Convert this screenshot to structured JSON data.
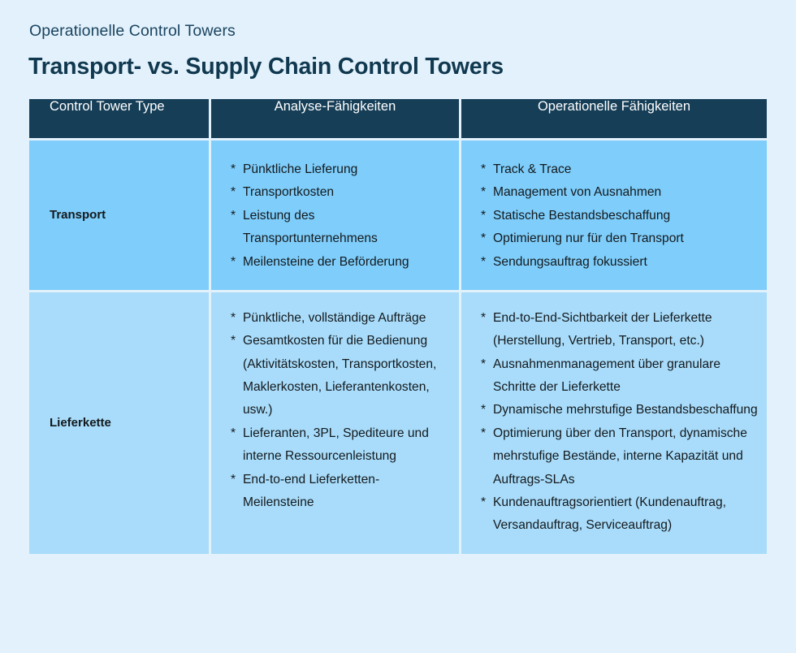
{
  "theme": {
    "background": "#e2f1fb",
    "header_bg": "#163e57",
    "header_text": "#ffffff",
    "row1_bg": "#7ecdfa",
    "row2_bg": "#a8dcfa",
    "title_color": "#10384f",
    "eyebrow_color": "#1b4460",
    "body_text": "#14191d"
  },
  "header": {
    "eyebrow": "Operationelle Control Towers",
    "title": "Transport- vs. Supply Chain Control Towers"
  },
  "table": {
    "columns": [
      "Control Tower Type",
      "Analyse-Fähigkeiten",
      "Operationelle Fähigkeiten"
    ],
    "rows": [
      {
        "label": "Transport",
        "analytics": [
          "Pünktliche Lieferung",
          "Transportkosten",
          "Leistung des Transportunternehmens",
          "Meilensteine der Beförderung"
        ],
        "operational": [
          "Track & Trace",
          "Management von Ausnahmen",
          "Statische Bestandsbeschaffung",
          "Optimierung nur für den Transport",
          "Sendungsauftrag fokussiert"
        ]
      },
      {
        "label": "Lieferkette",
        "analytics": [
          "Pünktliche, vollständige Aufträge",
          "Gesamtkosten für die Bedienung (Aktivitätskosten, Transportkosten, Maklerkosten, Lieferantenkosten, usw.)",
          "Lieferanten, 3PL, Spediteure und interne Ressourcenleistung",
          "End-to-end Lieferketten-Meilensteine"
        ],
        "operational": [
          "End-to-End-Sichtbarkeit der Lieferkette (Herstellung, Vertrieb, Transport, etc.)",
          "Ausnahmenmanagement über granulare Schritte der Lieferkette",
          "Dynamische mehrstufige Bestandsbeschaffung",
          "Optimierung über den Transport, dynamische mehrstufige Bestände, interne Kapazität und Auftrags-SLAs",
          "Kundenauftragsorientiert (Kundenauftrag, Versandauftrag, Serviceauftrag)"
        ]
      }
    ],
    "bullet_marker": "*"
  }
}
